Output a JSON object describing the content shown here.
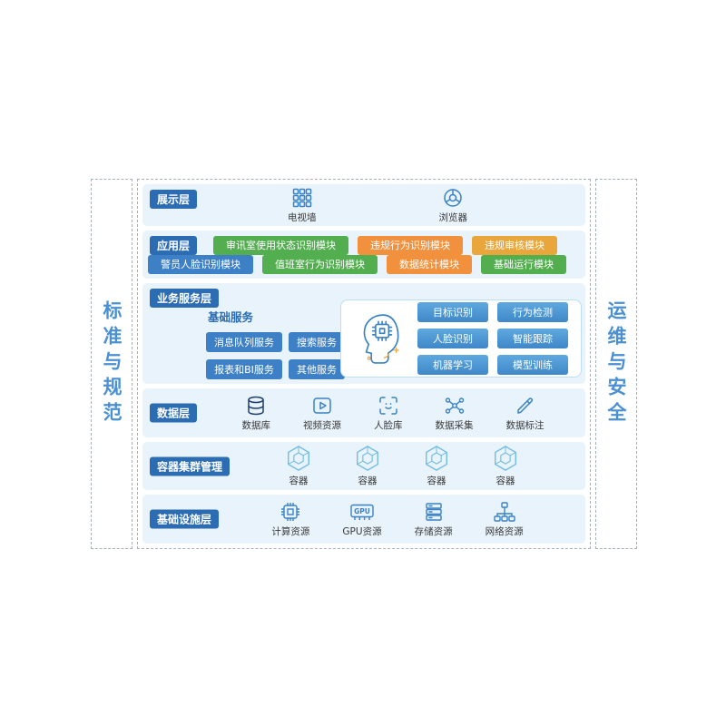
{
  "sides": {
    "left": "标准与规范",
    "right": "运维与安全"
  },
  "colors": {
    "badge_blue": "#2b6cb3",
    "layer_bg": "#e8f3fb",
    "chip_green": "#53ae50",
    "chip_orange": "#f2913d",
    "chip_amber": "#e9a63b",
    "chip_blue": "#3e80c6",
    "icon_blue": "#3a82c4",
    "container_blue": "#72bce4",
    "side_text_blue": "#4a90d2"
  },
  "layers": {
    "presentation": {
      "label": "展示层",
      "items": [
        {
          "icon": "tv-wall-icon",
          "label": "电视墙"
        },
        {
          "icon": "browser-icon",
          "label": "浏览器"
        }
      ]
    },
    "application": {
      "label": "应用层",
      "row1": [
        {
          "label": "审讯室使用状态识别模块",
          "color": "#53ae50"
        },
        {
          "label": "违规行为识别模块",
          "color": "#f2913d"
        },
        {
          "label": "违规审核模块",
          "color": "#e9a63b"
        }
      ],
      "row2": [
        {
          "label": "警员人脸识别模块",
          "color": "#3e80c6"
        },
        {
          "label": "值班室行为识别模块",
          "color": "#53ae50"
        },
        {
          "label": "数据统计模块",
          "color": "#f2913d"
        },
        {
          "label": "基础运行模块",
          "color": "#53ae50"
        }
      ]
    },
    "business": {
      "label": "业务服务层",
      "basic_services": {
        "title": "基础服务",
        "buttons": [
          "消息队列服务",
          "搜索服务",
          "报表和BI服务",
          "其他服务"
        ]
      },
      "ai_services": {
        "icon": "ai-head-icon",
        "buttons": [
          "目标识别",
          "行为检测",
          "人脸识别",
          "智能跟踪",
          "机器学习",
          "模型训练"
        ]
      }
    },
    "data": {
      "label": "数据层",
      "items": [
        {
          "icon": "database-icon",
          "label": "数据库"
        },
        {
          "icon": "video-icon",
          "label": "视频资源"
        },
        {
          "icon": "face-library-icon",
          "label": "人脸库"
        },
        {
          "icon": "data-collect-icon",
          "label": "数据采集"
        },
        {
          "icon": "data-annotate-icon",
          "label": "数据标注"
        }
      ]
    },
    "container": {
      "label": "容器集群管理",
      "items": [
        {
          "icon": "container-icon",
          "label": "容器"
        },
        {
          "icon": "container-icon",
          "label": "容器"
        },
        {
          "icon": "container-icon",
          "label": "容器"
        },
        {
          "icon": "container-icon",
          "label": "容器"
        }
      ]
    },
    "infrastructure": {
      "label": "基础设施层",
      "items": [
        {
          "icon": "cpu-icon",
          "label": "计算资源"
        },
        {
          "icon": "gpu-icon",
          "label": "GPU资源"
        },
        {
          "icon": "storage-icon",
          "label": "存储资源"
        },
        {
          "icon": "network-icon",
          "label": "网络资源"
        }
      ]
    }
  }
}
